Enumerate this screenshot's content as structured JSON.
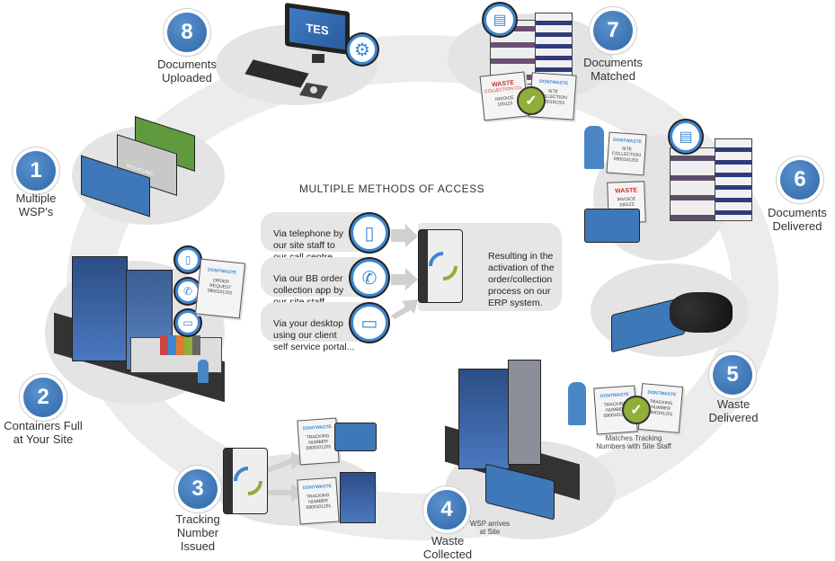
{
  "title": "MULTIPLE METHODS OF ACCESS",
  "steps": [
    {
      "number": "1",
      "label": "Multiple\nWSP's"
    },
    {
      "number": "2",
      "label": "Containers Full\nat Your Site"
    },
    {
      "number": "3",
      "label": "Tracking\nNumber\nIssued"
    },
    {
      "number": "4",
      "label": "Waste\nCollected"
    },
    {
      "number": "5",
      "label": "Waste\nDelivered"
    },
    {
      "number": "6",
      "label": "Documents\nDelivered"
    },
    {
      "number": "7",
      "label": "Documents\nMatched"
    },
    {
      "number": "8",
      "label": "Documents\nUploaded"
    }
  ],
  "methods": [
    {
      "text": "Via telephone by\nour site staff to\nour call centre...",
      "icon": "mobile-phone-icon"
    },
    {
      "text": "Via our BB order\ncollection app by\nour site staff...",
      "icon": "telephone-icon"
    },
    {
      "text": "Via your desktop\nusing our client\nself service portal...",
      "icon": "laptop-icon"
    }
  ],
  "result_text": "Resulting in the\nactivation of the\norder/collection\nprocess on our\nERP system.",
  "captions": {
    "wsp_arrives": "WSP arrives\nat Site",
    "matches_tracking": "Matches Tracking\nNumbers with Site Staff"
  },
  "monitor_logo": "TES",
  "docs": {
    "brand": "DONTWASTE",
    "order_request": "ORDER\nREQUEST\n0900101201",
    "tracking_number": "TRACKING\nNUMBER\n0900101201",
    "site_collection": "SITE\nCOLLECTION\n0900101201",
    "waste_co": "WASTE",
    "waste_co_sub": "COLLECTION CO.",
    "invoice": "INVOICE\n100123",
    "recycling": "RECYCLING"
  },
  "colors": {
    "step_blue": "#3a75b8",
    "icon_blue": "#3d86d1",
    "check_green": "#8fae3a",
    "ring_gray": "#ececec",
    "bubble_gray": "#e6e6e6"
  }
}
